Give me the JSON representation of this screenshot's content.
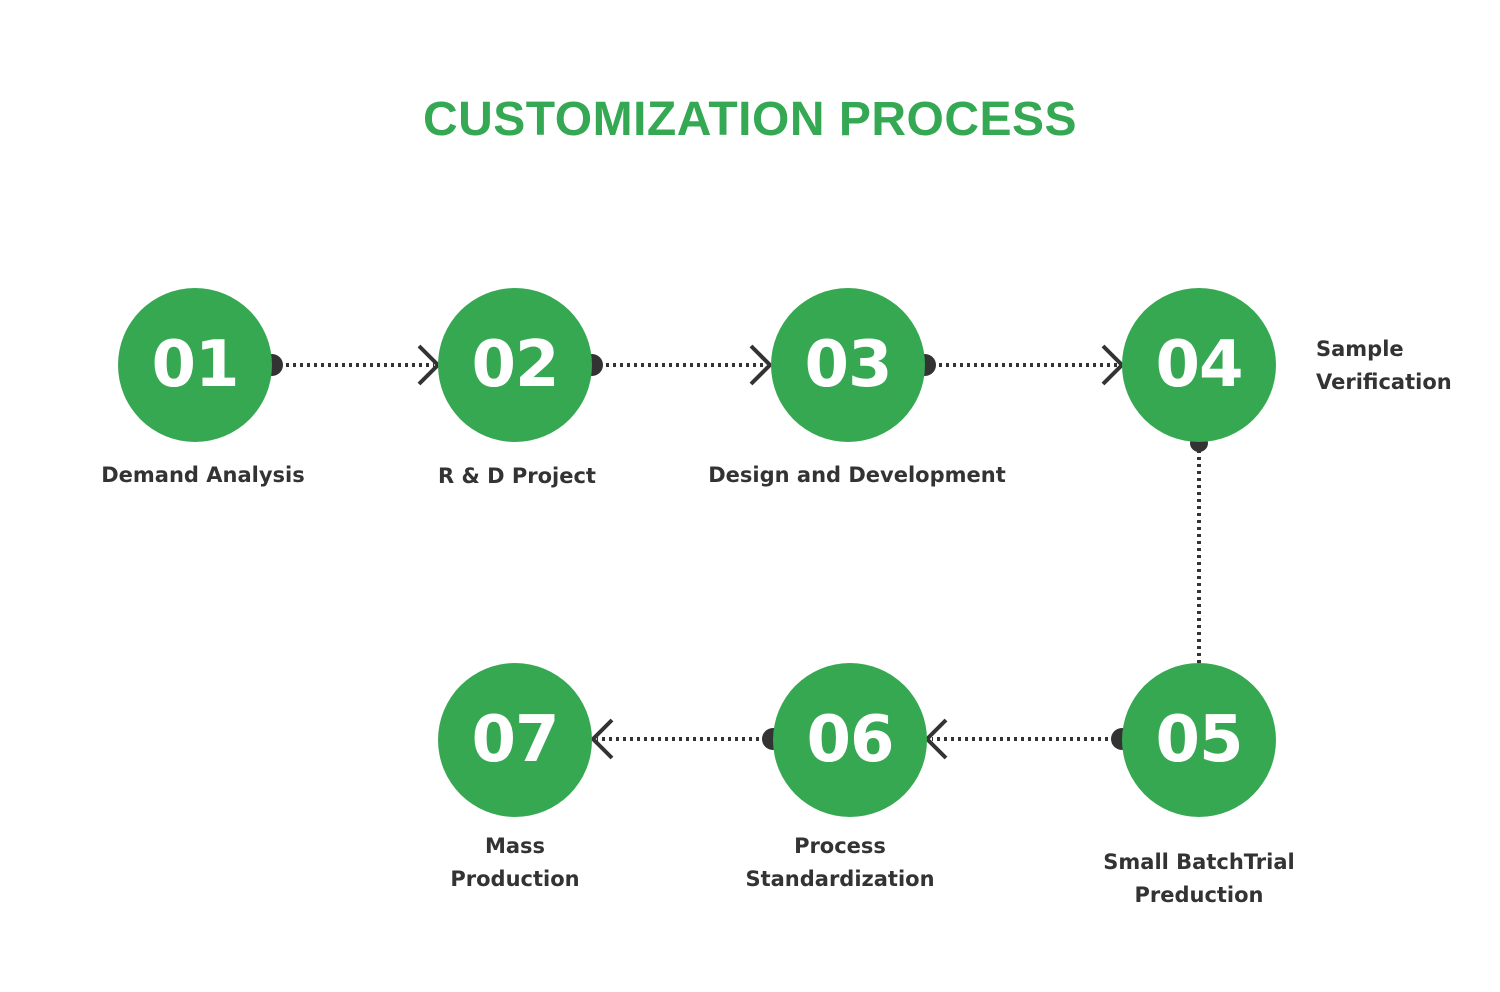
{
  "title": "CUSTOMIZATION PROCESS",
  "colors": {
    "accent": "#36a852",
    "title": "#35a853",
    "text": "#333333",
    "connector": "#333333",
    "background": "#ffffff"
  },
  "steps": [
    {
      "number": "01",
      "label_lines": [
        "Demand Analysis"
      ]
    },
    {
      "number": "02",
      "label_lines": [
        "R & D Project"
      ]
    },
    {
      "number": "03",
      "label_lines": [
        "Design and Development"
      ]
    },
    {
      "number": "04",
      "label_lines": [
        "Sample",
        "Verification"
      ]
    },
    {
      "number": "05",
      "label_lines": [
        "Small BatchTrial",
        "Preduction"
      ]
    },
    {
      "number": "06",
      "label_lines": [
        "Process",
        "Standardization"
      ]
    },
    {
      "number": "07",
      "label_lines": [
        "Mass",
        "Production"
      ]
    }
  ]
}
